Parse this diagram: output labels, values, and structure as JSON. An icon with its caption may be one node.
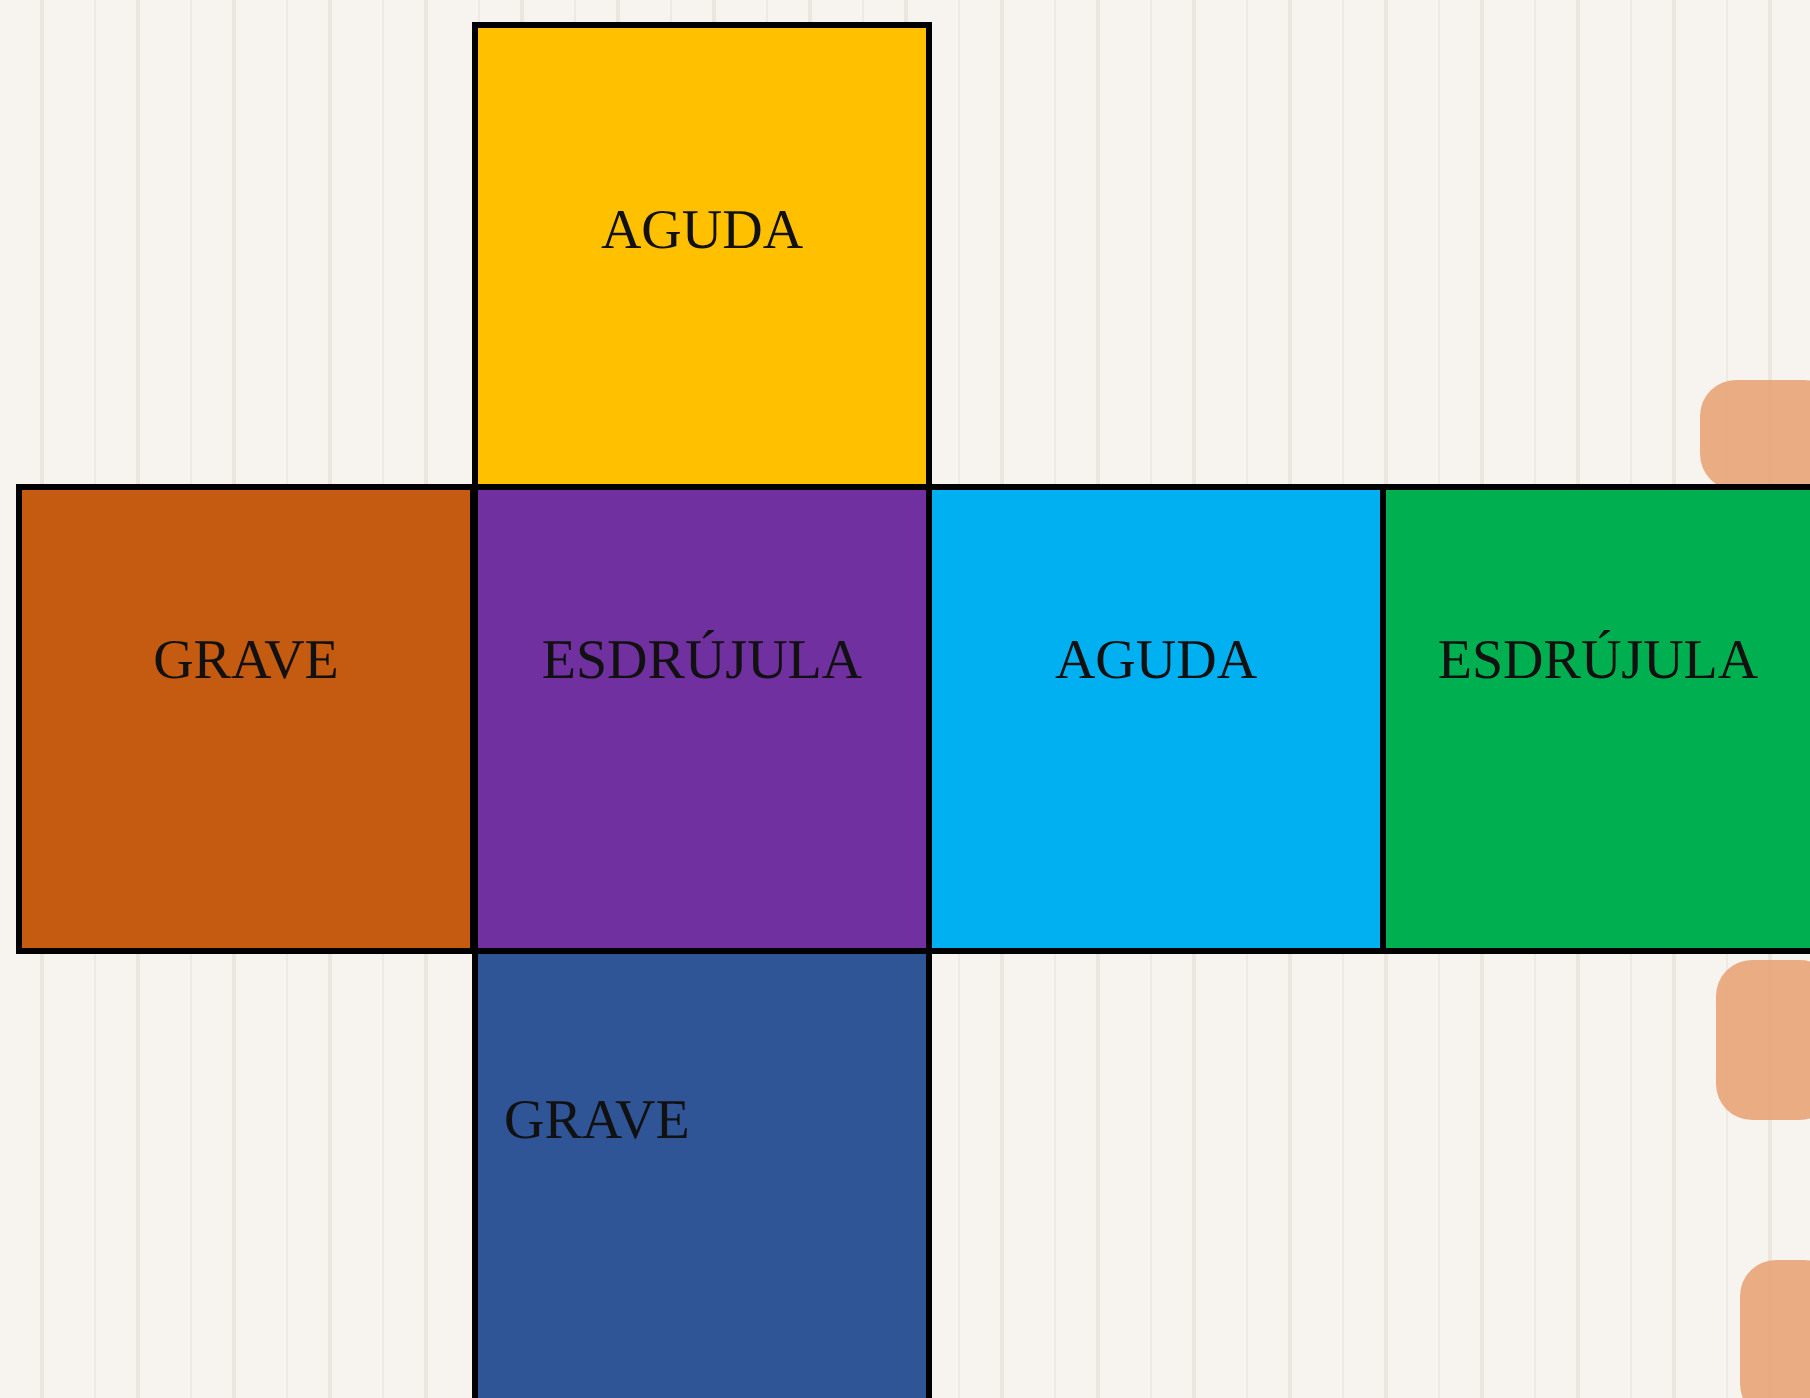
{
  "diagram": {
    "nodes": [
      {
        "text": [
          "AGUDA"
        ]
      },
      {
        "text": [
          "GRAVE"
        ]
      },
      {
        "text": [
          "ESDRÚJULA"
        ]
      },
      {
        "text": [
          "AGUDA"
        ]
      },
      {
        "text": [
          "ESDRÚJULA"
        ]
      },
      {
        "text": [
          "GRAVE"
        ]
      }
    ]
  }
}
